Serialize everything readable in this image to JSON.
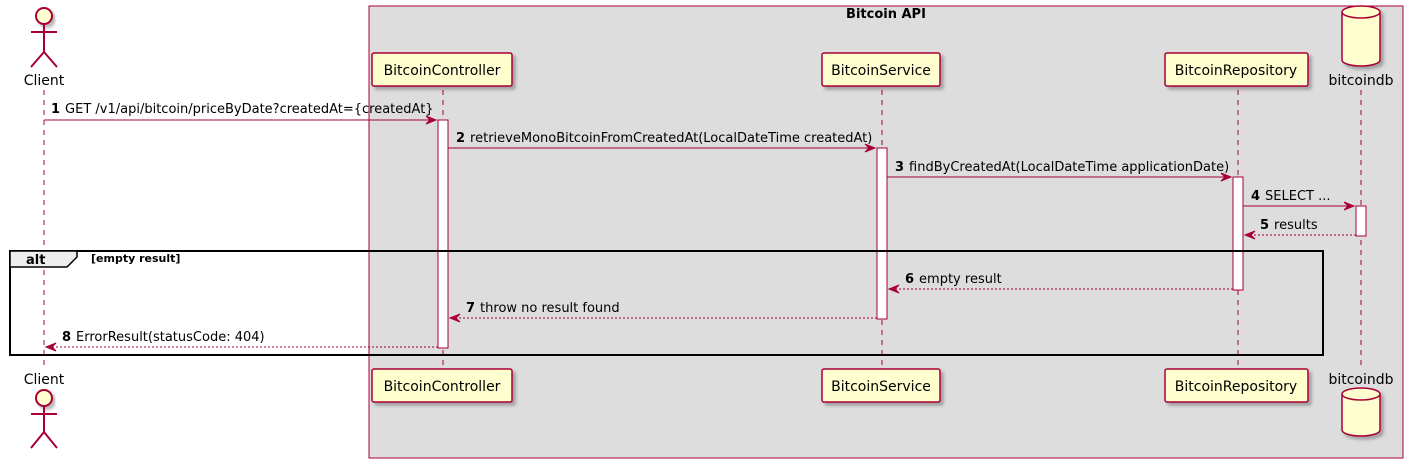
{
  "box": {
    "title": "Bitcoin API"
  },
  "participants": [
    {
      "id": "client",
      "label": "Client",
      "kind": "actor"
    },
    {
      "id": "controller",
      "label": "BitcoinController",
      "kind": "participant"
    },
    {
      "id": "service",
      "label": "BitcoinService",
      "kind": "participant"
    },
    {
      "id": "repository",
      "label": "BitcoinRepository",
      "kind": "participant"
    },
    {
      "id": "db",
      "label": "bitcoindb",
      "kind": "database"
    }
  ],
  "messages": [
    {
      "num": "1",
      "text": "GET /v1/api/bitcoin/priceByDate?createdAt={createdAt}",
      "from": "client",
      "to": "controller",
      "style": "solid"
    },
    {
      "num": "2",
      "text": "retrieveMonoBitcoinFromCreatedAt(LocalDateTime createdAt)",
      "from": "controller",
      "to": "service",
      "style": "solid"
    },
    {
      "num": "3",
      "text": "findByCreatedAt(LocalDateTime applicationDate)",
      "from": "service",
      "to": "repository",
      "style": "solid"
    },
    {
      "num": "4",
      "text": "SELECT ...",
      "from": "repository",
      "to": "db",
      "style": "solid"
    },
    {
      "num": "5",
      "text": "results",
      "from": "db",
      "to": "repository",
      "style": "dashed"
    },
    {
      "num": "6",
      "text": "empty result",
      "from": "repository",
      "to": "service",
      "style": "dashed"
    },
    {
      "num": "7",
      "text": "throw no result found",
      "from": "service",
      "to": "controller",
      "style": "dashed"
    },
    {
      "num": "8",
      "text": "ErrorResult(statusCode: 404)",
      "from": "controller",
      "to": "client",
      "style": "dashed"
    }
  ],
  "fragment": {
    "operator": "alt",
    "guard": "[empty result]"
  },
  "colors": {
    "line": "#A80036",
    "participant_fill": "#FEFECE",
    "box_fill": "#DDDDDD",
    "activation_fill": "#FFFFFF"
  }
}
